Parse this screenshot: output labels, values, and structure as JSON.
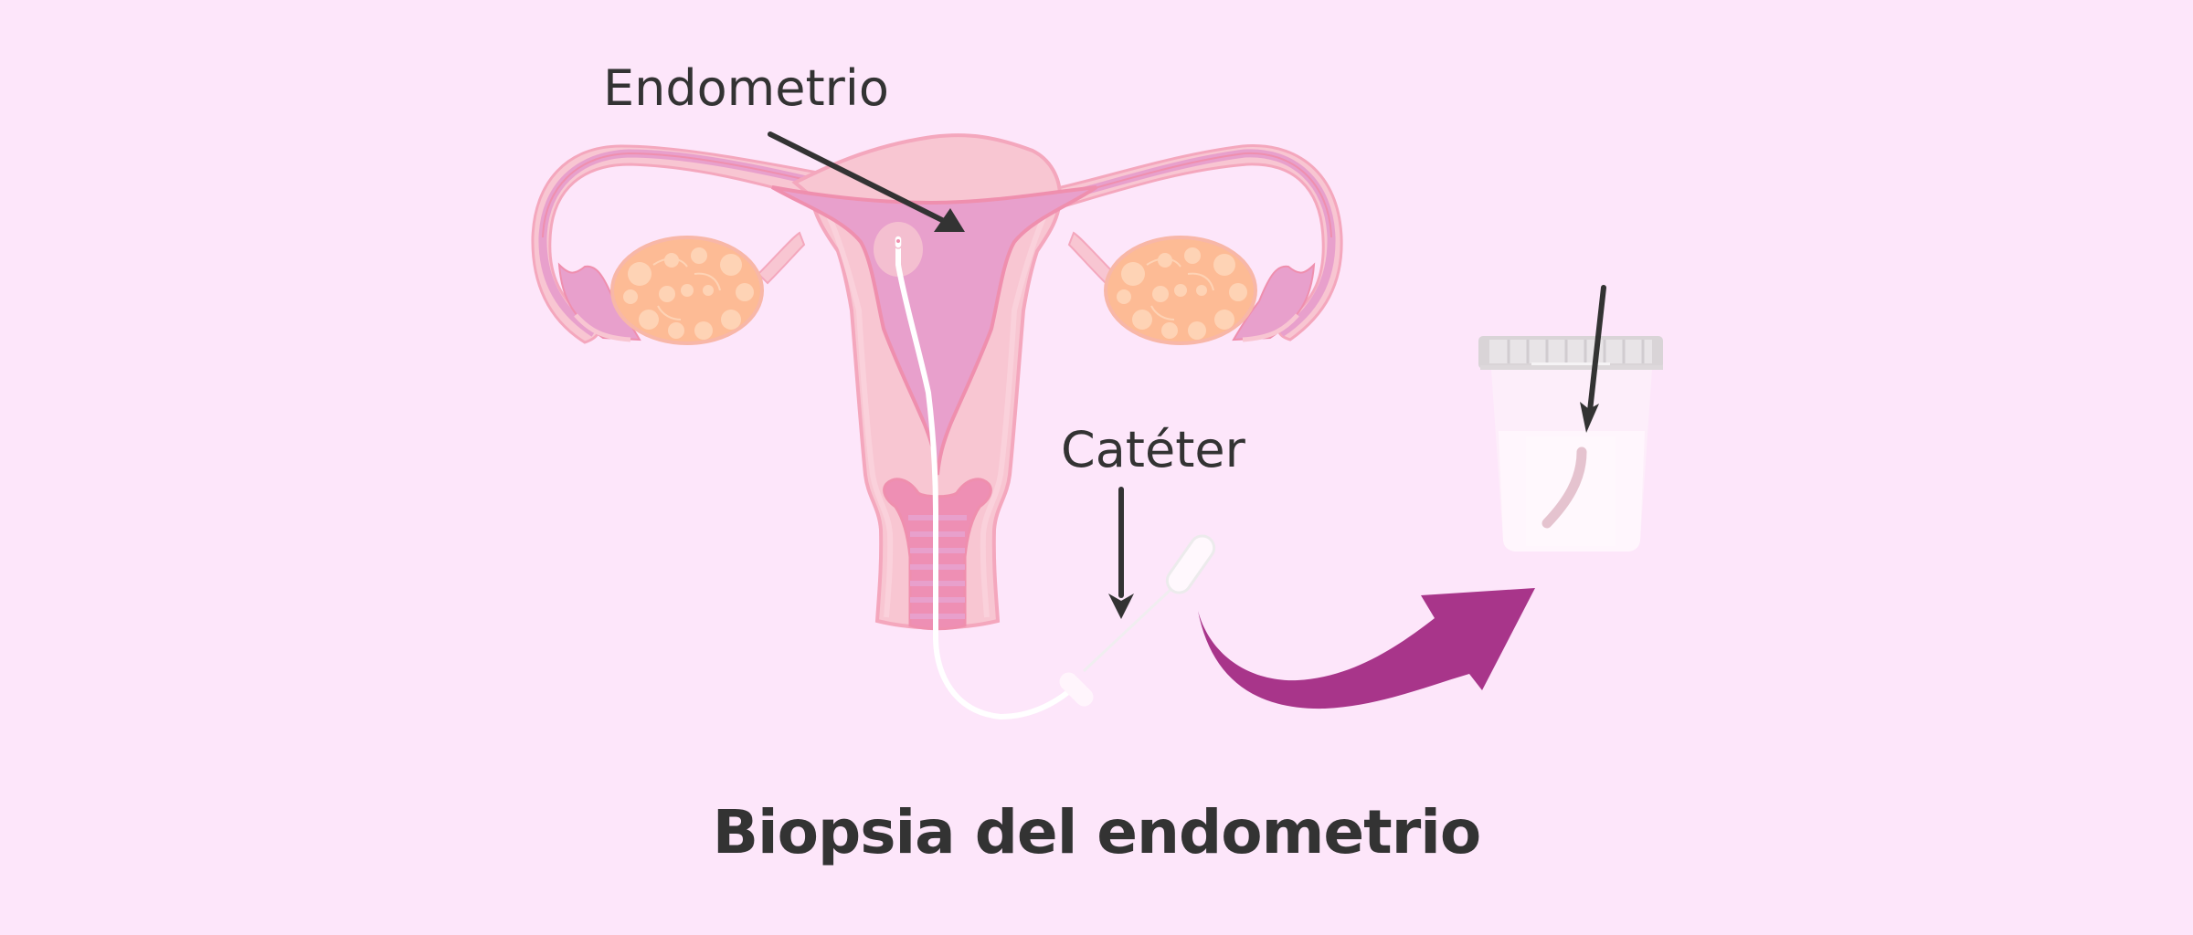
{
  "diagram": {
    "title": "Biopsia del endometrio",
    "labels": {
      "endometrium": "Endometrio",
      "catheter": "Catéter"
    },
    "elements": [
      {
        "name": "uterus",
        "description": "Uterus cross-section with fallopian tubes, ovaries, cervix"
      },
      {
        "name": "catheter",
        "description": "White biopsy catheter inserted through cervix into uterine cavity"
      },
      {
        "name": "specimen-cup",
        "description": "Specimen container with lid holding tissue sample"
      },
      {
        "name": "transfer-arrow",
        "description": "Curved purple arrow from catheter to specimen cup"
      }
    ],
    "colors": {
      "background": "#fde6fa",
      "uterus_outer": "#f8c6d2",
      "uterus_outline": "#f4a7bd",
      "endometrium": "#e8a0cc",
      "endometrium_edge": "#ef8fae",
      "ovary": "#fdbb95",
      "ovary_light": "#fed3b5",
      "catheter": "#ffffff",
      "cup_lid": "#d8d4d6",
      "cup_body": "#fdf2fb",
      "sample": "#e5c3cf",
      "transfer_arrow": "#a8358a",
      "text": "#333333"
    }
  }
}
